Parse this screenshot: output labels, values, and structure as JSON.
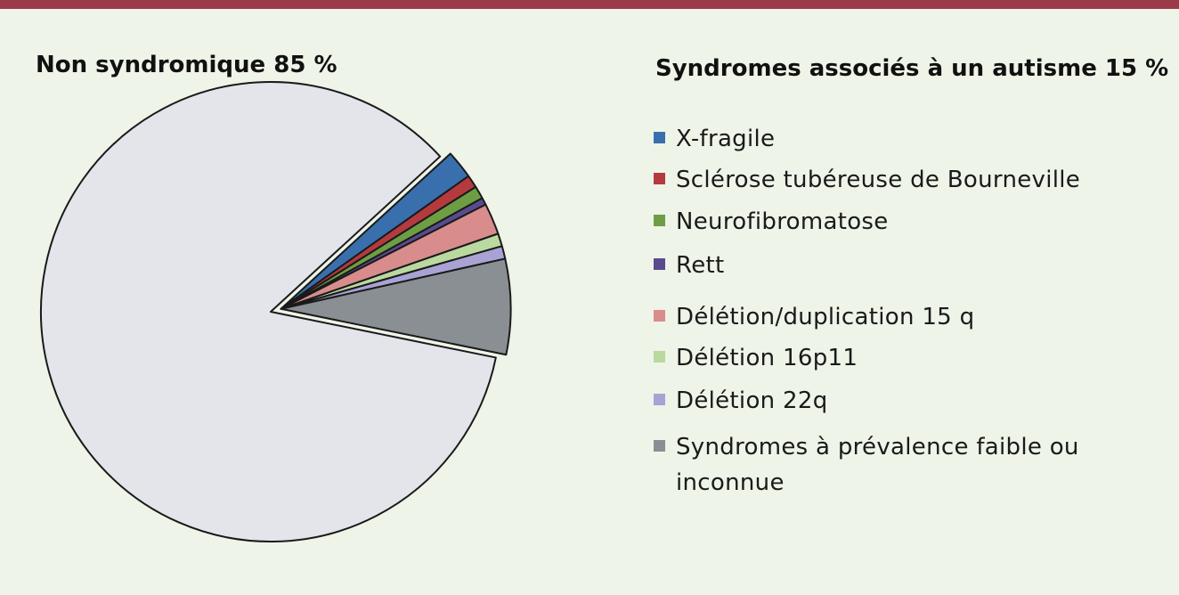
{
  "chart_data": {
    "type": "pie",
    "title": "",
    "slices": [
      {
        "label": "Non syndromique 85 %",
        "value": 85,
        "color": "#e3e5ea"
      },
      {
        "label": "X-fragile",
        "value": 2.0,
        "color": "#3a6fae"
      },
      {
        "label": "Sclérose tubéreuse de Bourneville",
        "value": 0.9,
        "color": "#b53a3e"
      },
      {
        "label": "Neurofibromatose",
        "value": 0.9,
        "color": "#6e9e44"
      },
      {
        "label": "Rett",
        "value": 0.5,
        "color": "#5a4a8e"
      },
      {
        "label": "Délétion/duplication 15 q",
        "value": 2.2,
        "color": "#d88c8c"
      },
      {
        "label": "Délétion 16p11",
        "value": 0.9,
        "color": "#b9d9a0"
      },
      {
        "label": "Délétion 22q",
        "value": 0.9,
        "color": "#a9a2d4"
      },
      {
        "label": "Syndromes à prévalence faible ou inconnue",
        "value": 6.7,
        "color": "#8a8f93"
      }
    ],
    "group_label": "Syndromes associés à un autisme 15 %",
    "legend": [
      {
        "label": "X-fragile",
        "color": "#3a6fae"
      },
      {
        "label": "Sclérose tubéreuse de Bourneville",
        "color": "#b53a3e"
      },
      {
        "label": "Neurofibromatose",
        "color": "#6e9e44"
      },
      {
        "label": "Rett",
        "color": "#5a4a8e"
      },
      {
        "label": "Délétion/duplication 15 q",
        "color": "#d88c8c"
      },
      {
        "label": "Délétion 16p11",
        "color": "#b9d9a0"
      },
      {
        "label": "Délétion 22q",
        "color": "#a9a2d4"
      },
      {
        "label": "Syndromes à prévalence faible ou inconnue",
        "color": "#8a8f93"
      }
    ]
  }
}
